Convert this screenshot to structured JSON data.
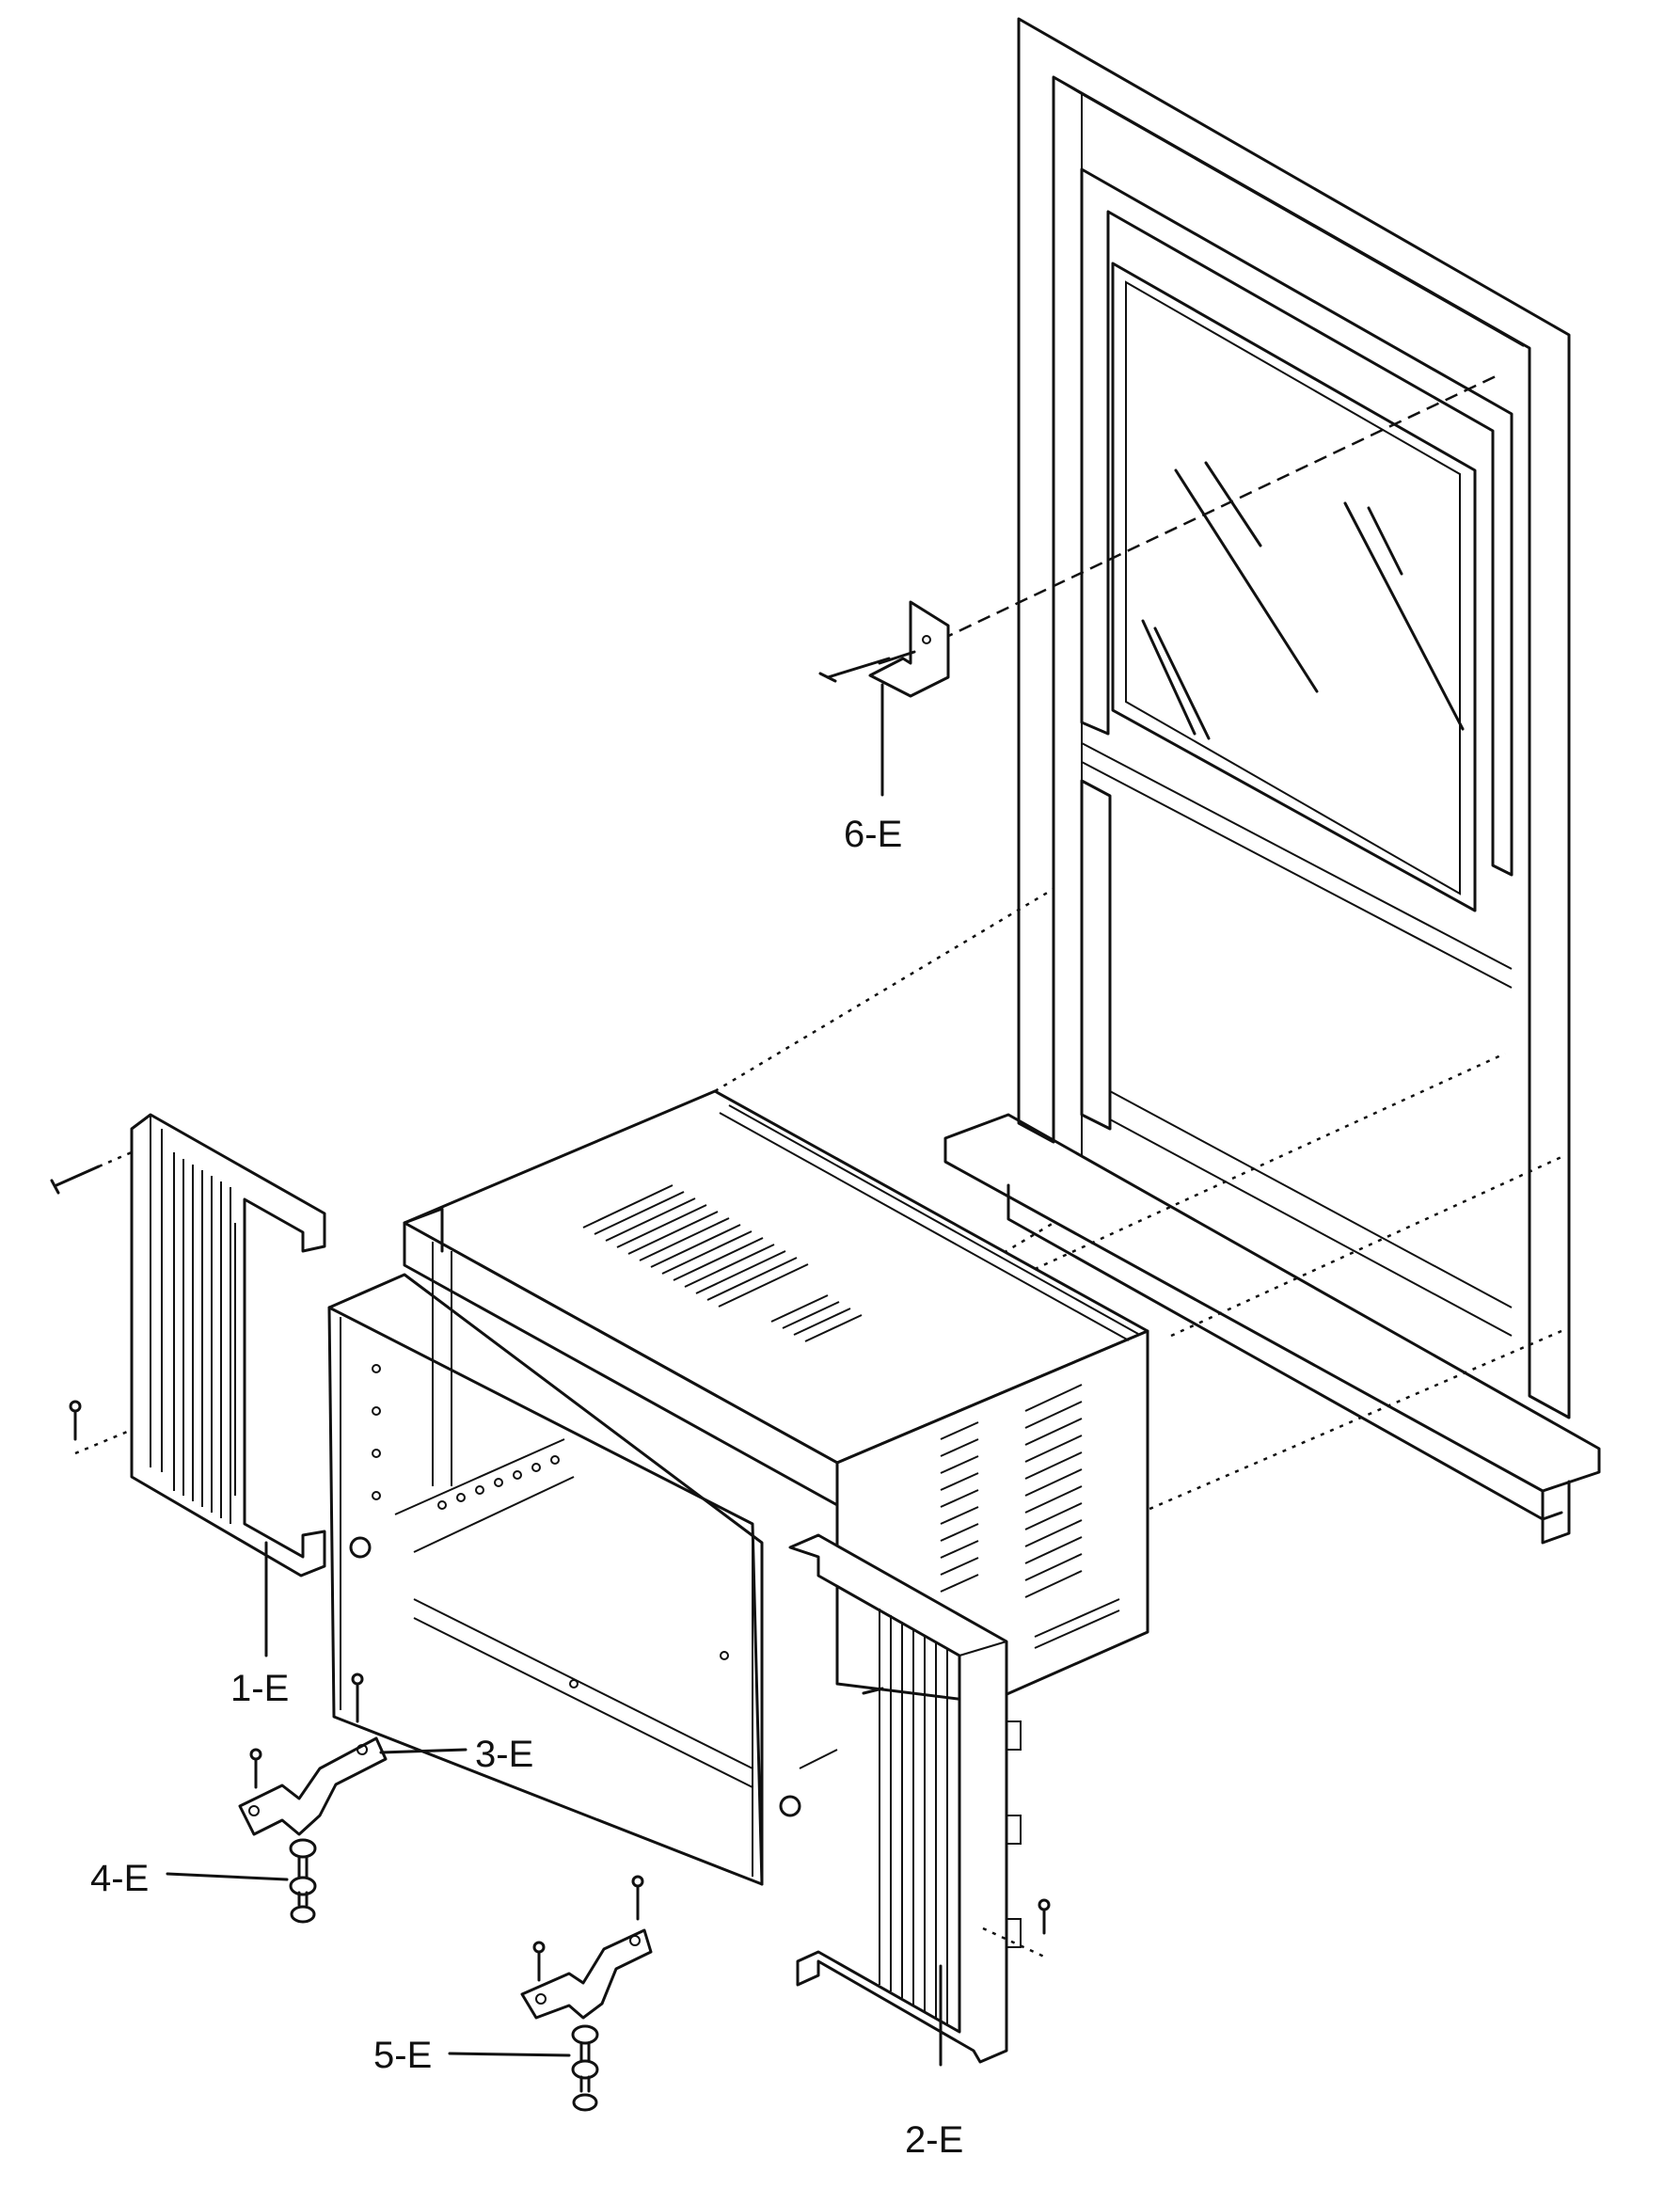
{
  "diagram": {
    "callouts": [
      {
        "id": "1-E"
      },
      {
        "id": "2-E"
      },
      {
        "id": "3-E"
      },
      {
        "id": "4-E"
      },
      {
        "id": "5-E"
      },
      {
        "id": "6-E"
      }
    ]
  }
}
